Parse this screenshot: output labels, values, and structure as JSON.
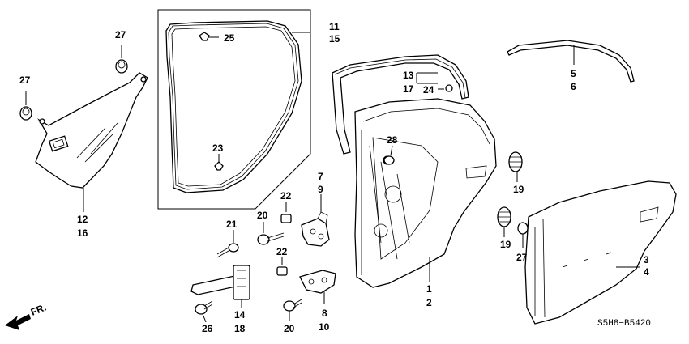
{
  "labels": {
    "n27a": "27",
    "n27b": "27",
    "n12": "12",
    "n16": "16",
    "n11": "11",
    "n15": "15",
    "n25": "25",
    "n23": "23",
    "n13": "13",
    "n17": "17",
    "n24": "24",
    "n5": "5",
    "n6": "6",
    "n28": "28",
    "n7": "7",
    "n9": "9",
    "n22a": "22",
    "n22b": "22",
    "n20a": "20",
    "n20b": "20",
    "n21": "21",
    "n14": "14",
    "n18": "18",
    "n26": "26",
    "n8": "8",
    "n10": "10",
    "n1": "1",
    "n2": "2",
    "n19a": "19",
    "n19b": "19",
    "n27c": "27",
    "n3": "3",
    "n4": "4"
  },
  "direction_label": "FR.",
  "diagram_code": "S5H8−B5420"
}
